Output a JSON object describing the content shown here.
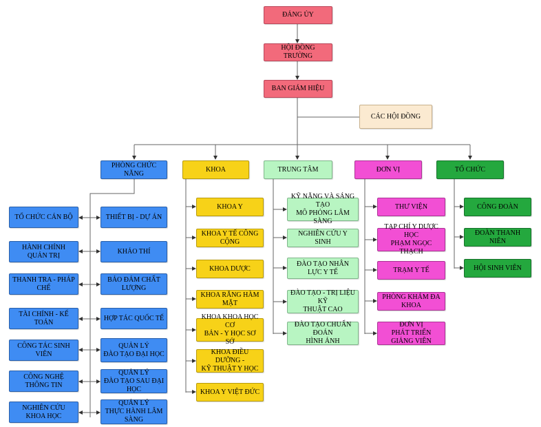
{
  "colors": {
    "leadership": "#f26a7b",
    "councils": "#fbead1",
    "functional_rooms": "#3f8cf3",
    "faculties": "#f7d218",
    "centers": "#b8f5c2",
    "units": "#f24fd4",
    "organizations": "#24a83e"
  },
  "top": {
    "dang_uy": "ĐẢNG ỦY",
    "hoi_dong_truong": "HỘI ĐỒNG TRƯỜNG",
    "ban_giam_hieu": "BAN GIÁM HIỆU",
    "cac_hoi_dong": "CÁC HỘI ĐỒNG"
  },
  "branches": {
    "phong_chuc_nang": "PHÒNG CHỨC NĂNG",
    "khoa": "KHOA",
    "trung_tam": "TRUNG TÂM",
    "don_vi": "ĐƠN VỊ",
    "to_chuc": "TỔ CHỨC"
  },
  "phong_left": [
    "TỔ CHỨC CÁN BỘ",
    "HÀNH CHÍNH QUẢN TRỊ",
    "THANH TRA - PHÁP CHẾ",
    "TÀI CHÍNH - KẾ TOÁN",
    "CÔNG TÁC SINH VIÊN",
    "CÔNG NGHỆ THÔNG TIN",
    "NGHIÊN CỨU KHOA HỌC"
  ],
  "phong_right": [
    "THIẾT BỊ - DỰ ÁN",
    "KHẢO THÍ",
    "BẢO ĐẢM CHẤT LƯỢNG",
    "HỢP TÁC QUỐC TẾ",
    "QUẢN LÝ\nĐÀO TẠO ĐẠI HỌC",
    "QUẢN LÝ\nĐÀO TẠO SAU ĐẠI HỌC",
    "QUẢN LÝ\nTHỰC HÀNH LÂM SÀNG"
  ],
  "khoa_items": [
    "KHOA Y",
    "KHOA Y TẾ CÔNG CỘNG",
    "KHOA DƯỢC",
    "KHOA RĂNG HÀM MẶT",
    "KHOA KHOA HỌC CƠ\nBẢN - Y HỌC SƠ SỞ",
    "KHOA ĐIỀU DƯỠNG -\nKỸ THUẬT Y HỌC",
    "KHOA Y VIỆT ĐỨC"
  ],
  "trung_tam_items": [
    "KỸ NĂNG VÀ SÁNG TẠO\nMÔ PHỎNG LÂM SÀNG",
    "NGHIÊN CỨU Y SINH",
    "ĐÀO TẠO NHÂN LỰC Y TẾ",
    "ĐÀO TẠO - TRỊ LIỆU KỸ\nTHUẬT CAO",
    "ĐÀO TẠO CHUẨN ĐOÁN\nHÌNH ẢNH"
  ],
  "don_vi_items": [
    "THƯ VIỆN",
    "TẠP CHÍ  Y DƯỢC HỌC\nPHẠM NGỌC THẠCH",
    "TRẠM Y TẾ",
    "PHÒNG KHÁM ĐA KHOA",
    "ĐƠN VỊ\nPHÁT TRIỂN GIẢNG VIÊN"
  ],
  "to_chuc_items": [
    "CÔNG ĐOÀN",
    "ĐOÀN THANH NIÊN",
    "HỘI SINH VIÊN"
  ]
}
